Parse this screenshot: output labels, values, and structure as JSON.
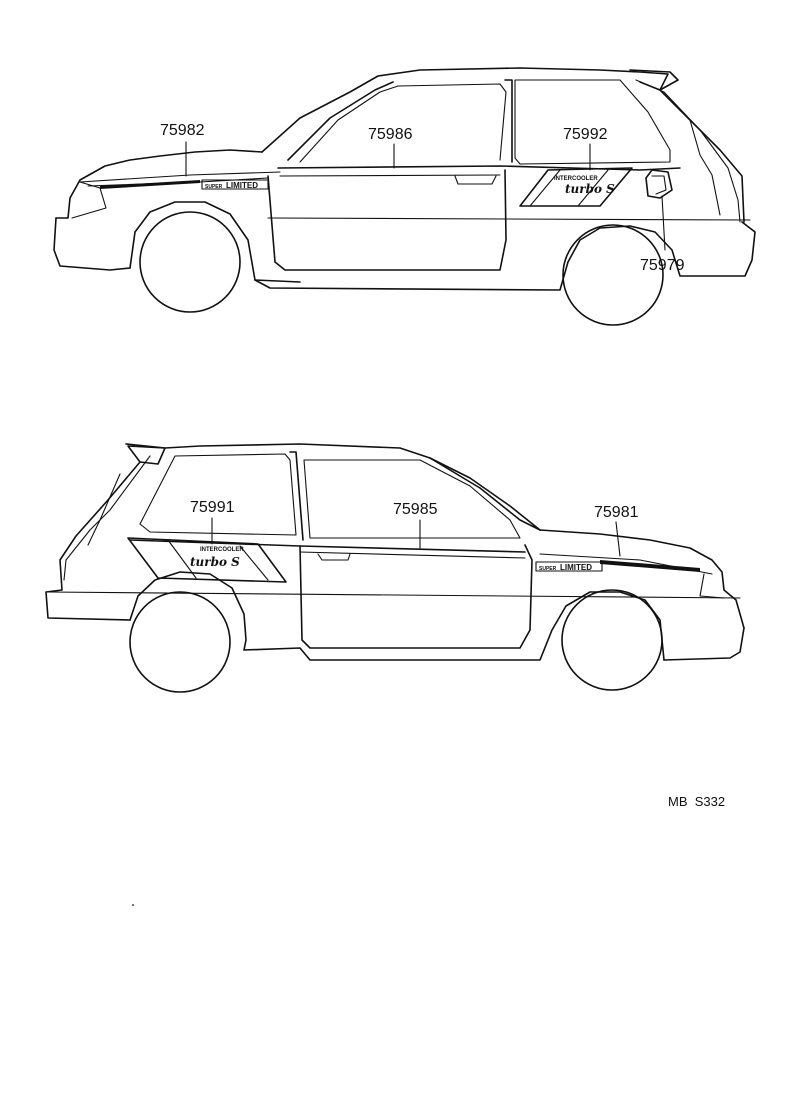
{
  "diagram": {
    "upper_car": {
      "callouts": [
        {
          "id": "c1",
          "label": "75982"
        },
        {
          "id": "c2",
          "label": "75986"
        },
        {
          "id": "c3",
          "label": "75992"
        },
        {
          "id": "c4",
          "label": "75979"
        }
      ],
      "badges": {
        "super_limited": "LIMITED",
        "super_small": "SUPER",
        "intercooler": "INTERCOOLER",
        "turbo": "turbo S"
      }
    },
    "lower_car": {
      "callouts": [
        {
          "id": "c5",
          "label": "75991"
        },
        {
          "id": "c6",
          "label": "75985"
        },
        {
          "id": "c7",
          "label": "75981"
        }
      ],
      "badges": {
        "super_limited": "LIMITED",
        "super_small": "SUPER",
        "intercooler": "INTERCOOLER",
        "turbo": "turbo S"
      }
    },
    "reference": "MB  S332"
  }
}
